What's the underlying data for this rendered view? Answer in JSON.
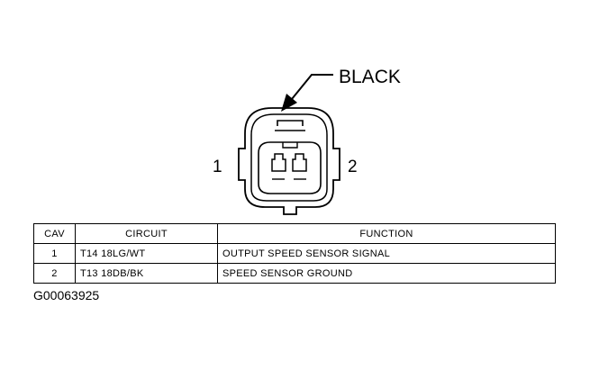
{
  "connector": {
    "color_label": "BLACK",
    "pin_labels": [
      "1",
      "2"
    ]
  },
  "table": {
    "headers": [
      "CAV",
      "CIRCUIT",
      "FUNCTION"
    ],
    "rows": [
      {
        "cav": "1",
        "circuit": "T14 18LG/WT",
        "function": "OUTPUT SPEED SENSOR SIGNAL"
      },
      {
        "cav": "2",
        "circuit": "T13 18DB/BK",
        "function": "SPEED SENSOR GROUND"
      }
    ]
  },
  "figure_id": "G00063925"
}
